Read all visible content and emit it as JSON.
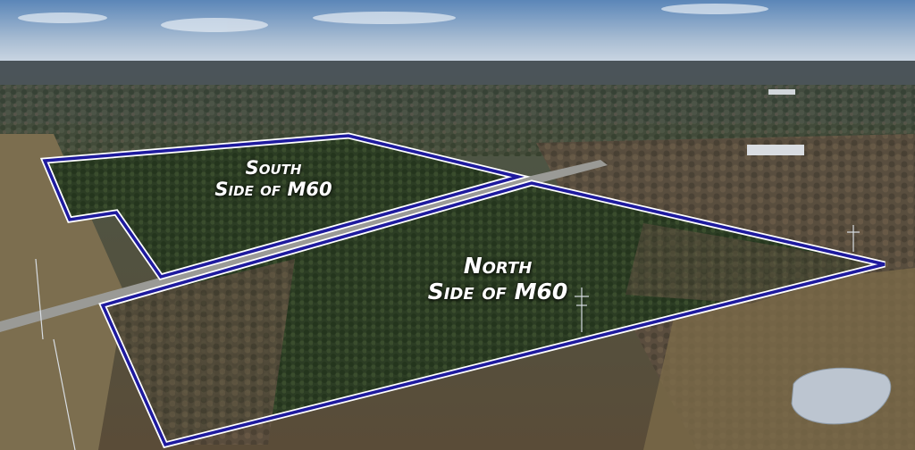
{
  "parcels": {
    "south": {
      "line1": "South",
      "line2": "Side of M60"
    },
    "north": {
      "line1": "North",
      "line2": "Side of M60"
    }
  },
  "colors": {
    "boundary": "#1e1a9e",
    "boundary_glow": "#ffffff",
    "sky_top": "#5b86b8",
    "sky_bottom": "#c9d6e4",
    "forest": "#3b4a30",
    "field": "#8a7a5a",
    "road": "#8e8f8e",
    "pond": "#b9c3cf"
  }
}
